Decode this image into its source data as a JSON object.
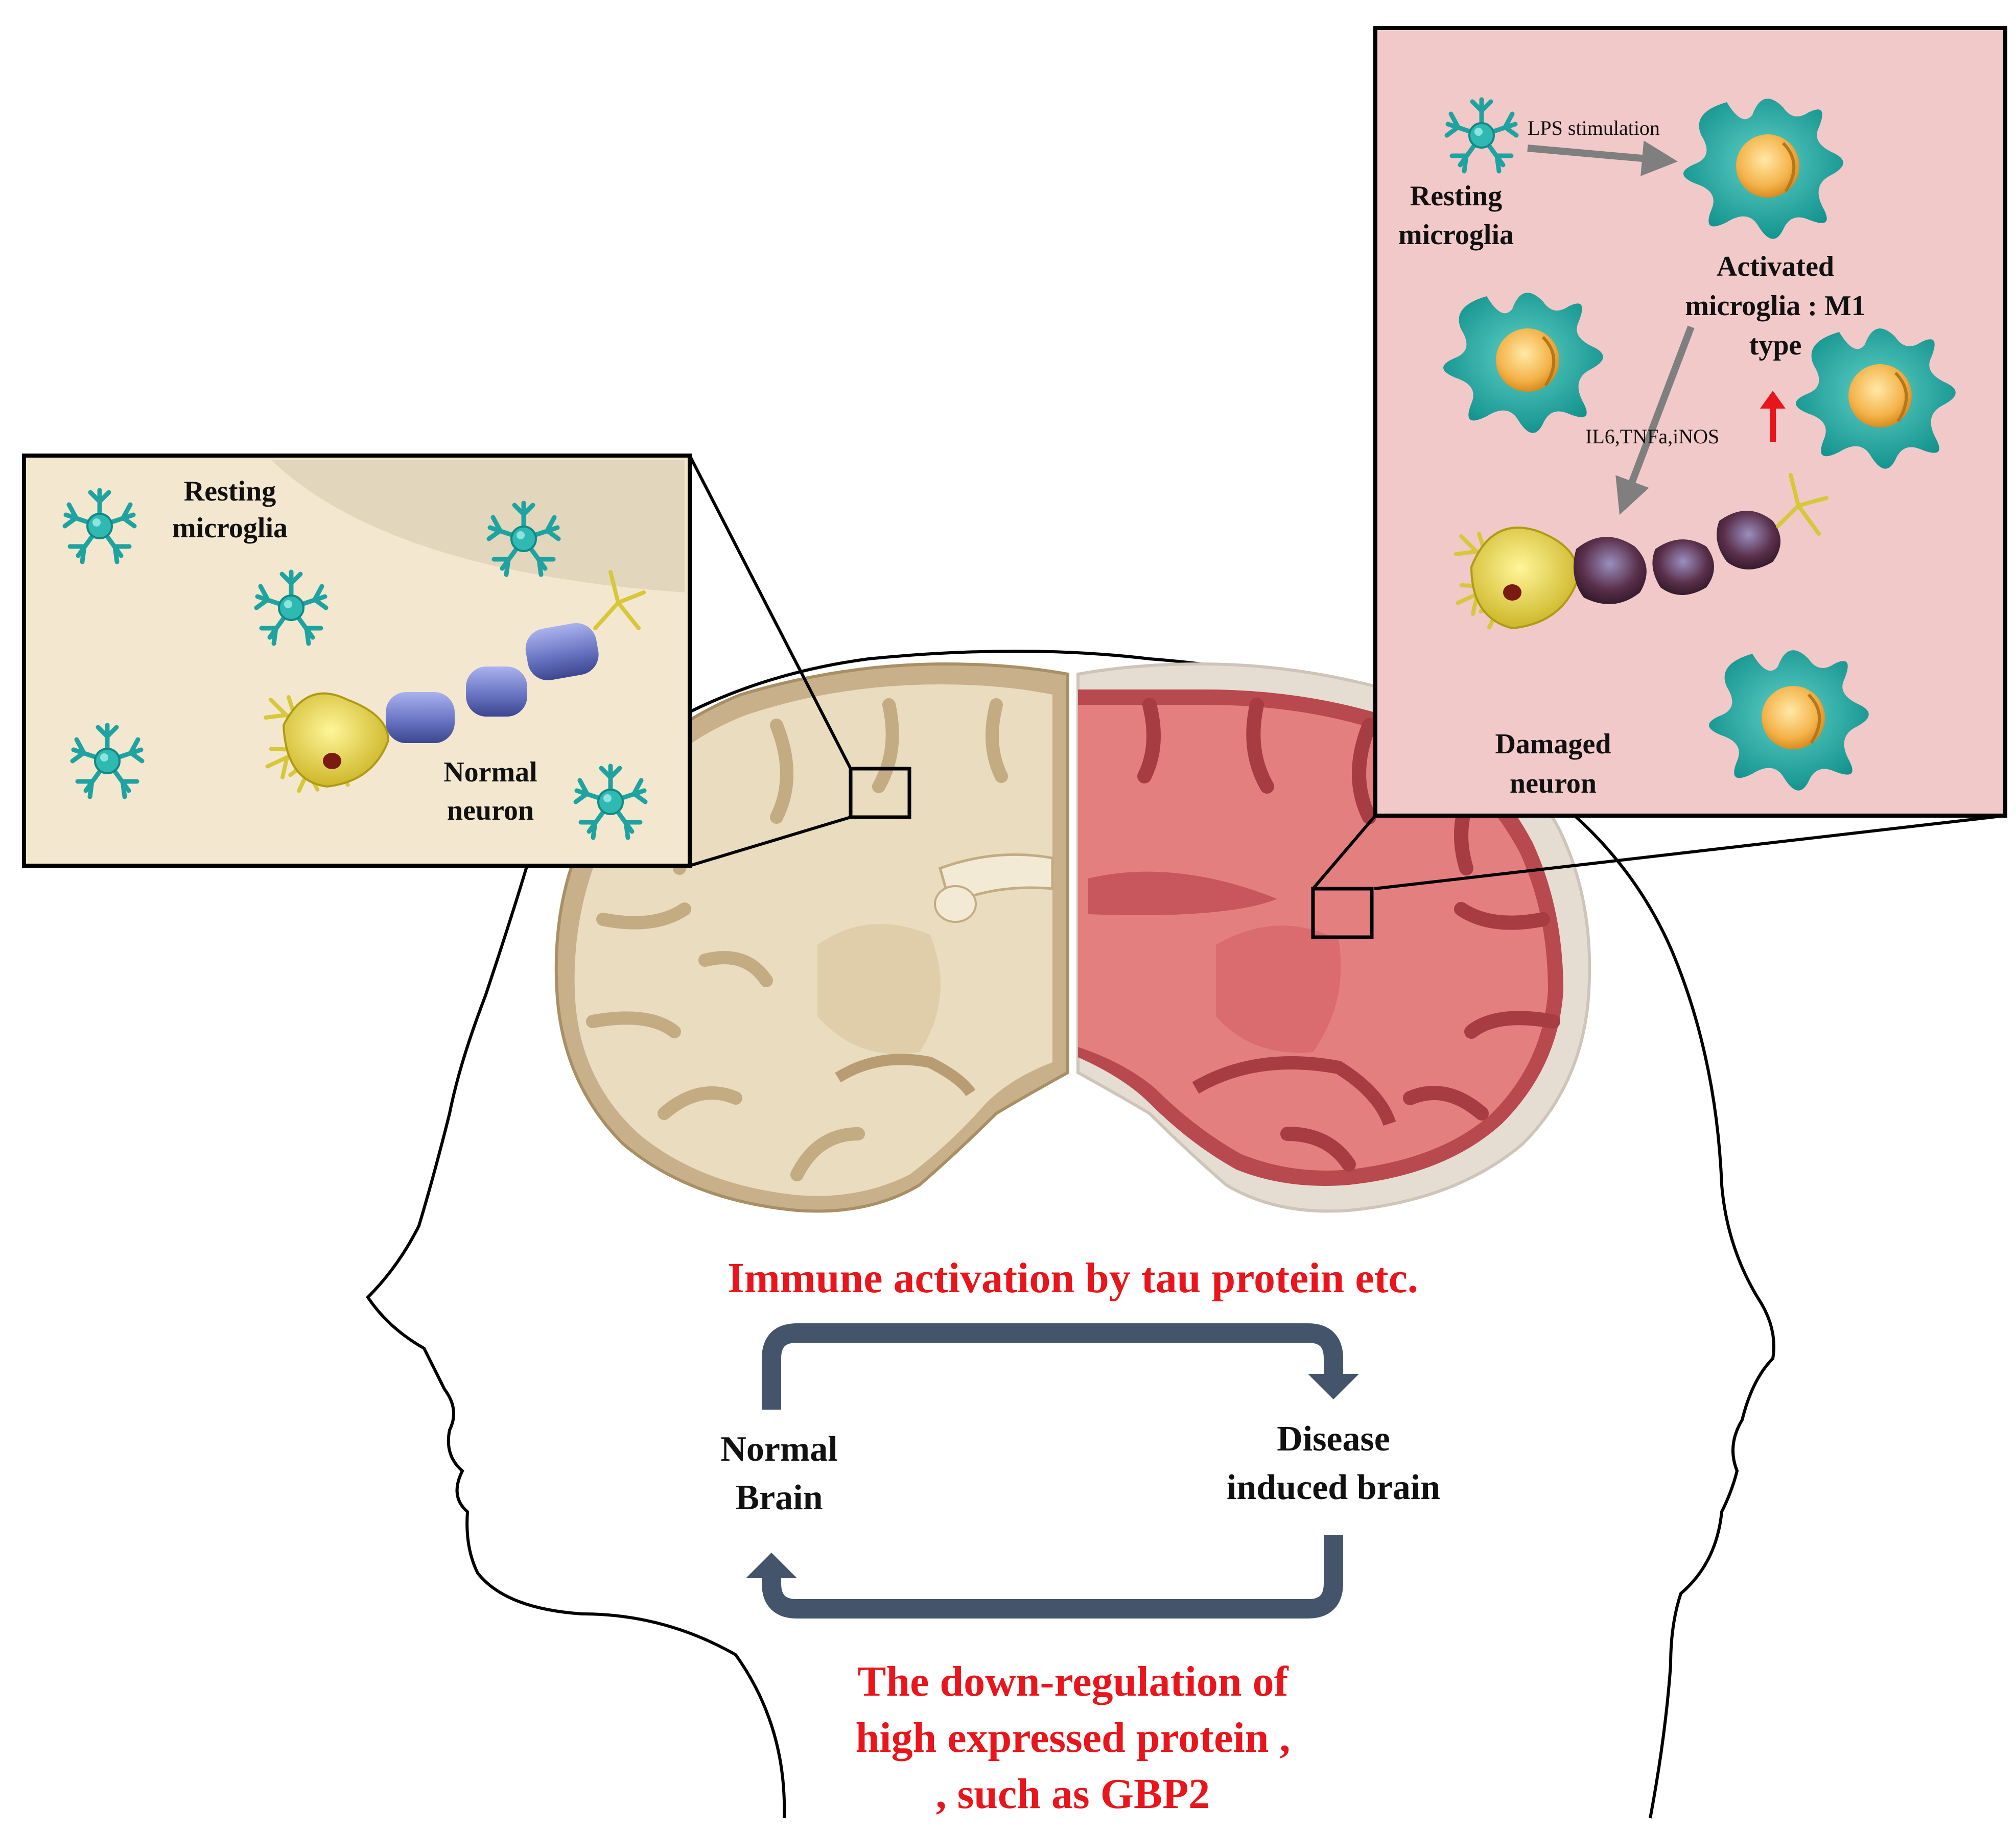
{
  "left_inset": {
    "resting_label": [
      "Resting",
      "microglia"
    ],
    "neuron_label": [
      "Normal",
      "neuron"
    ]
  },
  "right_inset": {
    "resting_label": [
      "Resting",
      "microglia"
    ],
    "lps_label": "LPS stimulation",
    "activated_label": [
      "Activated",
      "microglia : M1",
      "type"
    ],
    "cytokine_label": "IL6,TNFa,iNOS",
    "damaged_label": [
      "Damaged",
      "neuron"
    ]
  },
  "cycle": {
    "top_label": "Immune activation by tau protein etc.",
    "normal_label": [
      "Normal",
      "Brain"
    ],
    "disease_label": [
      "Disease",
      "induced brain"
    ],
    "bottom_label": [
      "The down-regulation of",
      "high expressed protein ,",
      ", such as GBP2"
    ]
  },
  "colors": {
    "red_text": "#e8161c",
    "cycle_arrow": "#44546a",
    "left_inset_bg": "#f3e8cf",
    "right_inset_bg": "#f2c9c9",
    "microglia_resting": "#1fa3a0",
    "microglia_activated": "#1aa8a2",
    "neuron_body": "#e6d33a",
    "axon_normal": "#6a76c4",
    "axon_damaged": "#5a2f4a",
    "brain_normal": "#e9dcbf",
    "brain_normal_gray": "#c8b08a",
    "brain_disease": "#e47f80",
    "brain_disease_gray": "#b8494f"
  }
}
